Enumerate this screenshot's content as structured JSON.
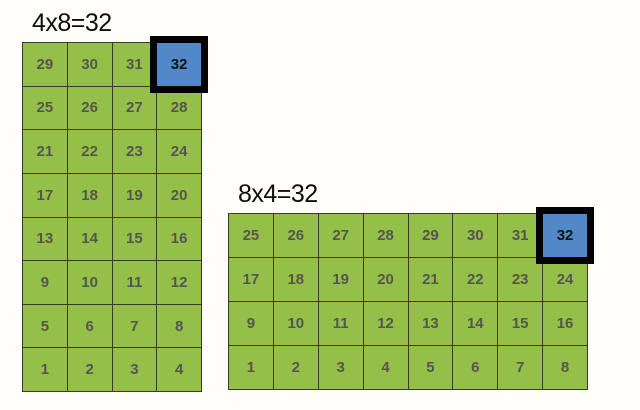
{
  "background_color": "#fffefb",
  "palette": {
    "cell_fill": "#94c04a",
    "cell_text": "#555550",
    "grid_line": "#3a3a28",
    "highlight_fill": "#5189c8",
    "highlight_outline": "#000000",
    "highlight_text": "#101010",
    "title_text": "#0d0d0d"
  },
  "arrays": [
    {
      "id": "left",
      "title": "4x8=32",
      "columns": 4,
      "rows": 8,
      "total": 32,
      "highlight_value": "32",
      "rows_top_to_bottom": [
        [
          "29",
          "30",
          "31",
          "32"
        ],
        [
          "25",
          "26",
          "27",
          "28"
        ],
        [
          "21",
          "22",
          "23",
          "24"
        ],
        [
          "17",
          "18",
          "19",
          "20"
        ],
        [
          "13",
          "14",
          "15",
          "16"
        ],
        [
          "9",
          "10",
          "11",
          "12"
        ],
        [
          "5",
          "6",
          "7",
          "8"
        ],
        [
          "1",
          "2",
          "3",
          "4"
        ]
      ]
    },
    {
      "id": "right",
      "title": "8x4=32",
      "columns": 8,
      "rows": 4,
      "total": 32,
      "highlight_value": "32",
      "rows_top_to_bottom": [
        [
          "25",
          "26",
          "27",
          "28",
          "29",
          "30",
          "31",
          "32"
        ],
        [
          "17",
          "18",
          "19",
          "20",
          "21",
          "22",
          "23",
          "24"
        ],
        [
          "9",
          "10",
          "11",
          "12",
          "13",
          "14",
          "15",
          "16"
        ],
        [
          "1",
          "2",
          "3",
          "4",
          "5",
          "6",
          "7",
          "8"
        ]
      ]
    }
  ]
}
